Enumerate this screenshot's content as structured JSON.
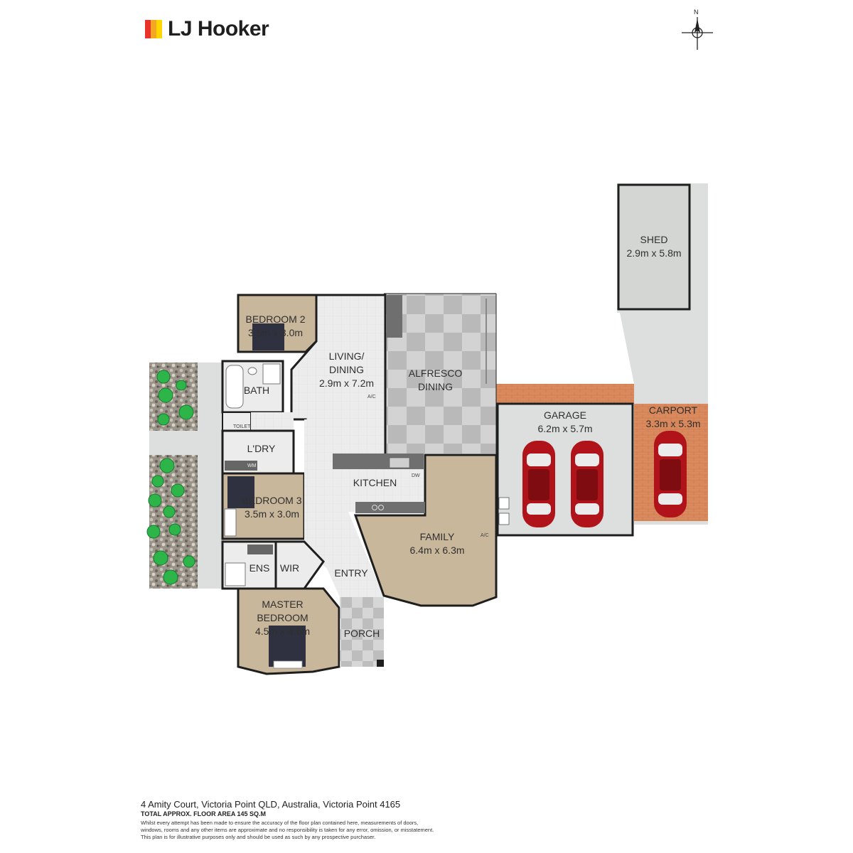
{
  "brand": {
    "name": "LJ Hooker",
    "logo_colors": [
      "#e8332a",
      "#f5a623",
      "#ffd600"
    ]
  },
  "compass": {
    "north_label": "N"
  },
  "rooms": {
    "bedroom2": {
      "name": "BEDROOM 2",
      "size": "3.5m x 3.0m"
    },
    "living": {
      "name_line1": "LIVING/",
      "name_line2": "DINING",
      "size": "2.9m x 7.2m"
    },
    "alfresco": {
      "name_line1": "ALFRESCO",
      "name_line2": "DINING"
    },
    "bath": {
      "name": "BATH"
    },
    "laundry": {
      "name": "L'DRY"
    },
    "kitchen": {
      "name": "KITCHEN"
    },
    "bedroom3": {
      "name": "BEDROOM 3",
      "size": "3.5m x 3.0m"
    },
    "ensuite": {
      "name": "ENS"
    },
    "wir": {
      "name": "WIR"
    },
    "entry": {
      "name": "ENTRY"
    },
    "family": {
      "name": "FAMILY",
      "size": "6.4m x 6.3m"
    },
    "master": {
      "name_line1": "MASTER",
      "name_line2": "BEDROOM",
      "size": "4.5m x 4.6m"
    },
    "porch": {
      "name": "PORCH"
    },
    "garage": {
      "name": "GARAGE",
      "size": "6.2m x 5.7m"
    },
    "carport": {
      "name": "CARPORT",
      "size": "3.3m x 5.3m"
    },
    "shed": {
      "name": "SHED",
      "size": "2.9m x 5.8m"
    }
  },
  "fixture_labels": {
    "toilet": "TOILET",
    "ac": "A/C",
    "dw": "DW",
    "wm": "WM"
  },
  "colors": {
    "wall": "#1e1e1e",
    "tile_floor": "#ebebeb",
    "carpet": "#c9b79c",
    "concrete": "#dcdfdd",
    "paving_orange": "#d9825a",
    "brick": "#d98a5e",
    "car_red": "#b0141a",
    "bed_dark": "#2f3140",
    "bench": "#6f6f6f",
    "shrub_green": "#2db54a"
  },
  "footer": {
    "address": "4 Amity Court, Victoria Point QLD, Australia, Victoria Point 4165",
    "area": "TOTAL APPROX. FLOOR AREA 145 SQ.M",
    "disclaimer_1": "Whilst every attempt has been made to ensure the accuracy of the floor plan contained here, measurements of doors,",
    "disclaimer_2": "windows, rooms and any other items are approximate and no responsibility is taken for any error, omission, or misstatement.",
    "disclaimer_3": "This plan is for illustrative purposes only and should be used as such by any prospective purchaser."
  }
}
